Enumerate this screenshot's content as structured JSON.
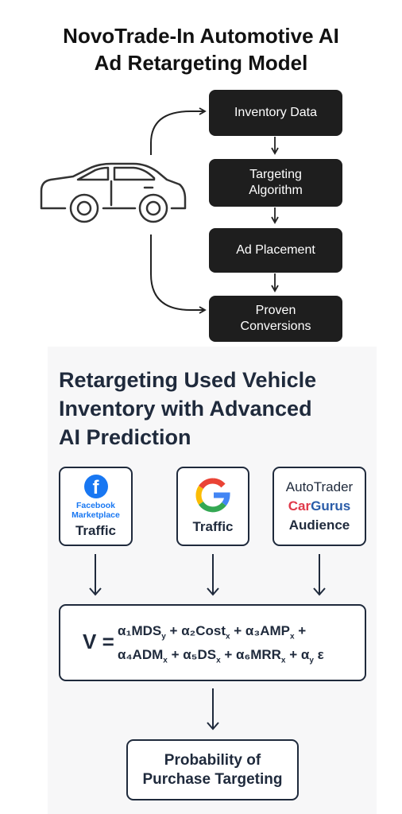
{
  "title": {
    "line1": "NovoTrade-In Automotive AI",
    "line2": "Ad Retargeting Model"
  },
  "flow_steps": [
    "Inventory Data",
    "Targeting\nAlgorithm",
    "Ad Placement",
    "Proven\nConversions"
  ],
  "section": {
    "title_line1": "Retargeting Used Vehicle",
    "title_line2": "Inventory with Advanced",
    "title_line3": "AI Prediction"
  },
  "sources": {
    "facebook": {
      "logo_letter": "f",
      "name_line1": "Facebook",
      "name_line2": "Marketplace",
      "caption": "Traffic"
    },
    "google": {
      "caption": "Traffic"
    },
    "autotrader": {
      "brand1": "AutoTrader",
      "brand2_accent": "Car",
      "brand2_rest": "Gurus",
      "caption": "Audience"
    }
  },
  "formula": {
    "lhs": "V =",
    "line1": [
      {
        "text": "α₁MDS",
        "sub": "y"
      },
      {
        "text": " + α₂Cost",
        "sub": "x"
      },
      {
        "text": " + α₃AMP",
        "sub": "x"
      },
      {
        "text": " +",
        "sub": ""
      }
    ],
    "line2": [
      {
        "text": "α₄ADM",
        "sub": "x"
      },
      {
        "text": " + α₅DS",
        "sub": "x"
      },
      {
        "text": " + α₆MRR",
        "sub": "x"
      },
      {
        "text": " + α",
        "sub": "y"
      },
      {
        "text": " ε",
        "sub": ""
      }
    ]
  },
  "output": {
    "line1": "Probability of",
    "line2": "Purchase Targeting"
  },
  "colors": {
    "dark_box": "#1e1e1e",
    "navy": "#1f2a3c",
    "facebook_blue": "#1877f2",
    "cargurus_red": "#e0394a",
    "cargurus_blue": "#2a5ca8"
  }
}
